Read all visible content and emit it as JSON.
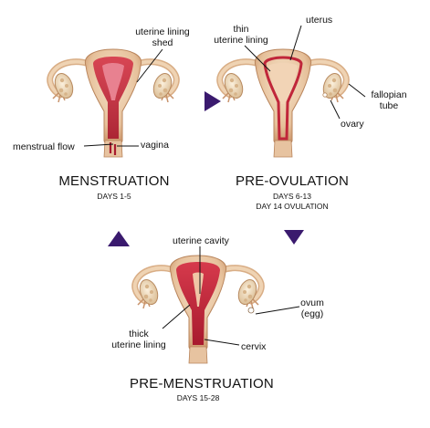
{
  "colors": {
    "arrow": "#3a1a6e",
    "flesh": "#e9c9a4",
    "flesh_dark": "#c8926a",
    "lining": "#c0263a",
    "lining_light": "#e16a7a",
    "ovary": "#f1dfc4"
  },
  "panels": {
    "menstruation": {
      "title": "MENSTRUATION",
      "days": "DAYS 1-5",
      "labels": {
        "uterine_lining_shed_1": "uterine lining",
        "uterine_lining_shed_2": "shed",
        "menstrual_flow": "menstrual flow",
        "vagina": "vagina"
      }
    },
    "pre_ovulation": {
      "title": "PRE-OVULATION",
      "days": "DAYS 6-13",
      "days2": "DAY 14 OVULATION",
      "labels": {
        "thin_1": "thin",
        "thin_2": "uterine lining",
        "uterus": "uterus",
        "fallopian_1": "fallopian",
        "fallopian_2": "tube",
        "ovary": "ovary"
      }
    },
    "pre_menstruation": {
      "title": "PRE-MENSTRUATION",
      "days": "DAYS 15-28",
      "labels": {
        "uterine_cavity": "uterine cavity",
        "ovum_1": "ovum",
        "ovum_2": "(egg)",
        "thick_1": "thick",
        "thick_2": "uterine lining",
        "cervix": "cervix"
      }
    }
  },
  "arrows": {
    "right": "right-arrow",
    "down": "down-arrow",
    "up": "up-arrow"
  }
}
